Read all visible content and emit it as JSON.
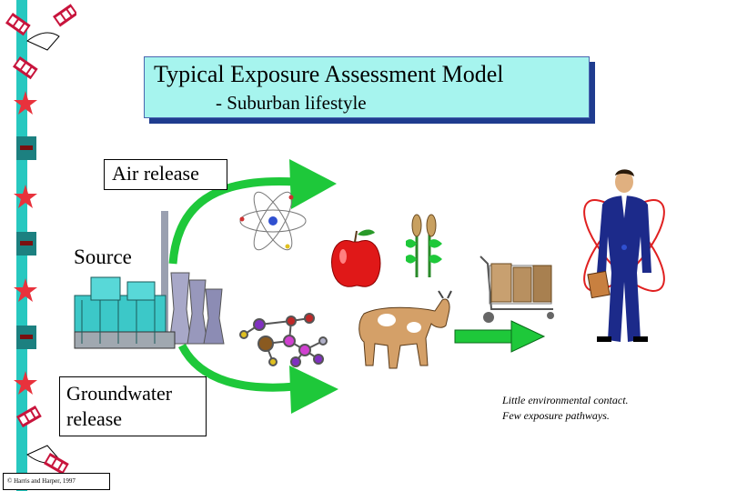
{
  "title": {
    "main": "Typical Exposure Assessment Model",
    "subtitle": "-  Suburban lifestyle"
  },
  "labels": {
    "air_release": "Air release",
    "source": "Source",
    "groundwater_line1": "Groundwater",
    "groundwater_line2": "release"
  },
  "note": {
    "line1": "Little environmental contact.",
    "line2": "Few exposure pathways."
  },
  "copyright": "© Harris and Harper, 1997",
  "icons": [
    "star-icon",
    "film-icon",
    "atom-icon",
    "molecule-icon",
    "apple-icon",
    "wheat-icon",
    "cow-icon",
    "shopping-cart-icon",
    "businessman-icon",
    "factory-icon"
  ],
  "colors": {
    "title_fill": "#a6f4ee",
    "title_shadow": "#1f3c8f",
    "arrow_green": "#1ec83a",
    "star_red": "#e8323c",
    "strip_teal": "#27c8c0"
  }
}
